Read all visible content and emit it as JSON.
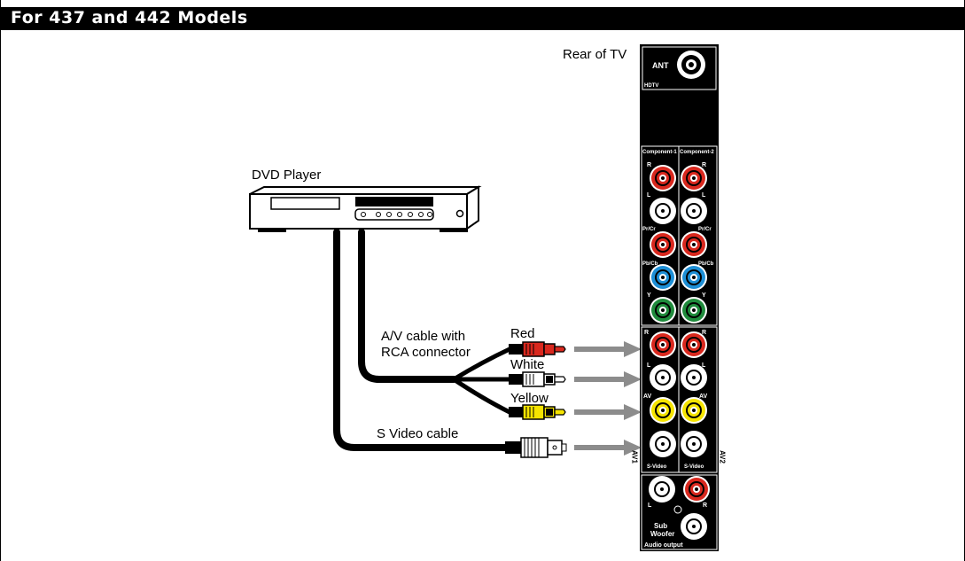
{
  "header": {
    "title": "For 437 and 442 Models"
  },
  "labels": {
    "rear_of_tv": "Rear of TV",
    "dvd_player": "DVD Player",
    "av_cable": "A/V cable with",
    "rca_connector": "RCA connector",
    "s_video_cable": "S Video cable",
    "red": "Red",
    "white": "White",
    "yellow": "Yellow"
  },
  "tv_panel": {
    "ant": "ANT",
    "hdtv": "HDTV",
    "component_1": "Component-1",
    "component_2": "Component-2",
    "r": "R",
    "l": "L",
    "pr_cr": "Pr/Cr",
    "pb_cb": "Pb/Cb",
    "y": "Y",
    "av": "AV",
    "s_video": "S-Video",
    "av1": "AV1",
    "av2": "AV2",
    "sub": "Sub",
    "woofer": "Woofer",
    "audio_output": "Audio output"
  },
  "colors": {
    "red": "#d9281e",
    "white": "#ffffff",
    "blue": "#1d8fd6",
    "green": "#1f8b3c",
    "yellow": "#f5e400",
    "arrow": "#8c8c8c"
  }
}
